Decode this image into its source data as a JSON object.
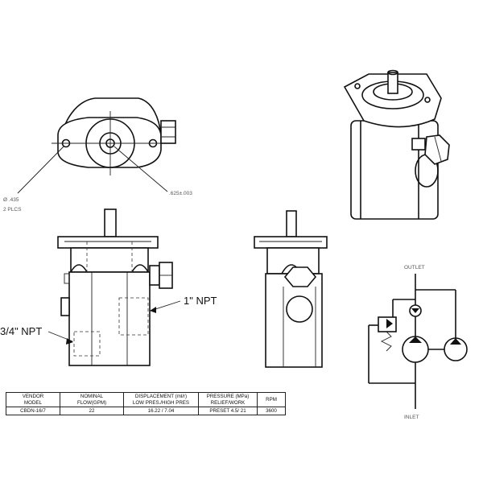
{
  "labels": {
    "hole_dia": "Ø .435",
    "hole_count": "2 PLCS",
    "shaft_dim": ".625±.003",
    "outlet_port": "1\" NPT",
    "inlet_port": "3/4\" NPT",
    "schematic_outlet": "OUTLET",
    "schematic_inlet": "INLET"
  },
  "table": {
    "headers": [
      [
        "VENDOR",
        "MODEL"
      ],
      [
        "NOMINAL",
        "FLOW(GPM)"
      ],
      [
        "DISPLACEMENT (ml/r)",
        "LOW PRES./HIGH PRES"
      ],
      [
        "PRESSURE (MPa)",
        "RELIEF/WORK"
      ],
      [
        "RPM"
      ]
    ],
    "row": [
      "CBDN-16/7",
      "22",
      "16.22 / 7.04",
      "PRESET 4.5/ 21",
      "3600"
    ]
  }
}
